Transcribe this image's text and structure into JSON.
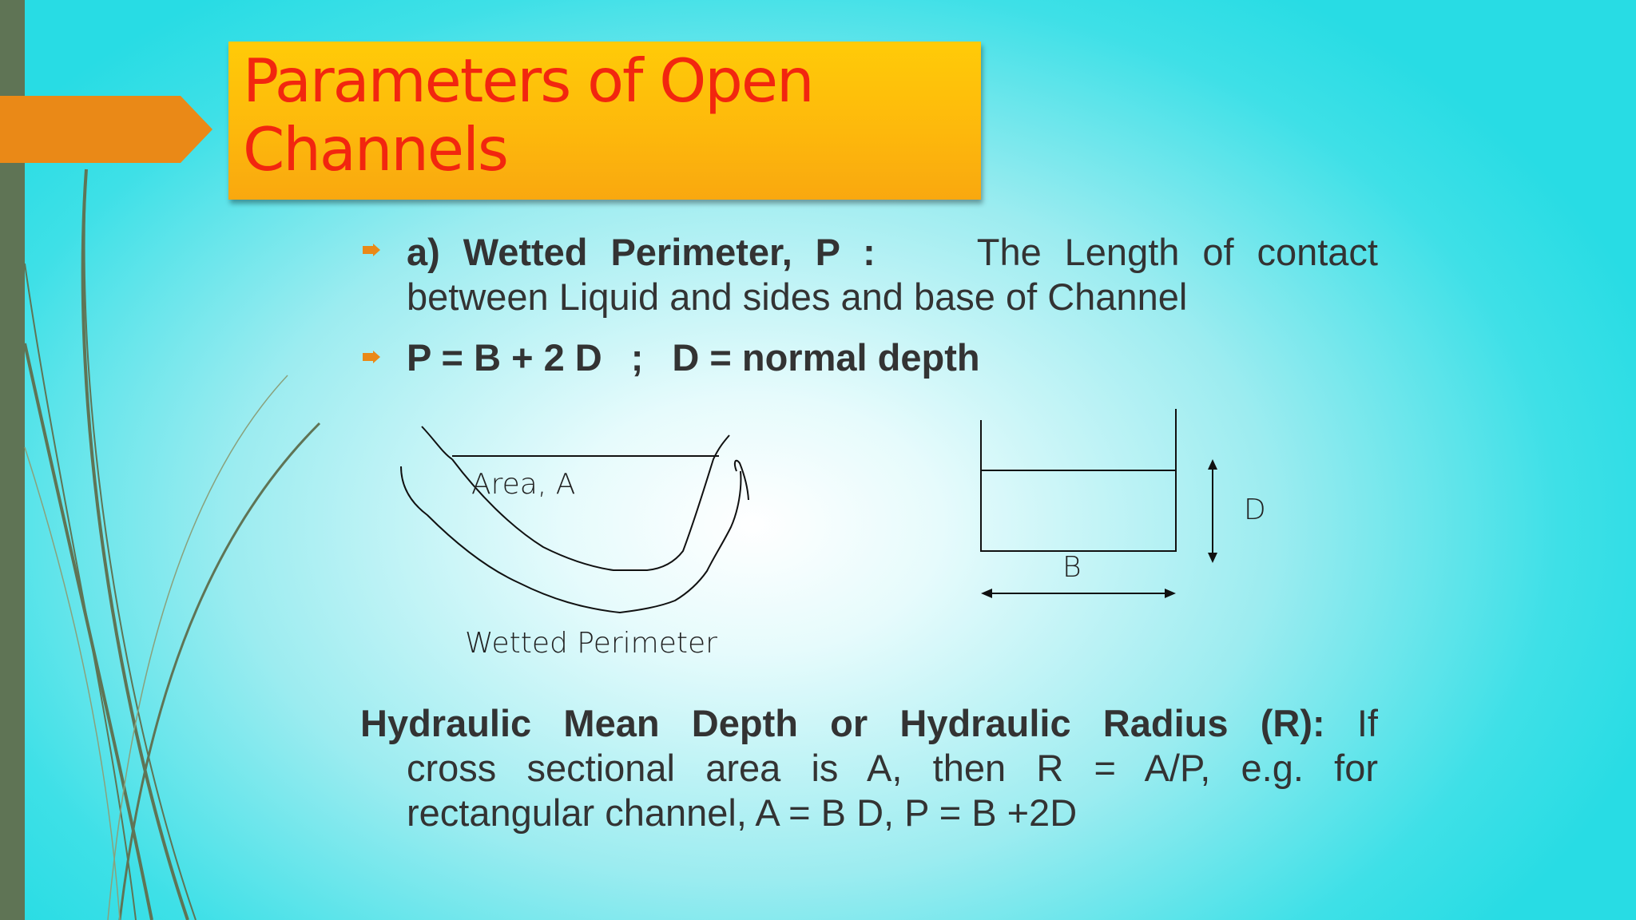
{
  "slide": {
    "title_line1": "Parameters of Open",
    "title_line2": "Channels",
    "bullet1": {
      "label": "a)",
      "term": "Wetted Perimeter, P :",
      "def_start": "The Length of contact",
      "def_end": "between Liquid and sides and base of Channel"
    },
    "bullet2": {
      "formula": "P = B + 2 D",
      "separator": ";",
      "note": "D  = normal depth"
    },
    "figure_left": {
      "area_label": "Area, A",
      "perimeter_label": "Wetted Perimeter"
    },
    "figure_right": {
      "depth_label": "D",
      "base_label": "B"
    },
    "paragraph": {
      "heading": "Hydraulic Mean Depth or Hydraulic Radius (R):",
      "line1_end": "If",
      "line2_a": "cross sectional area is A, then",
      "line2_b": "R = A/P,",
      "line2_c": "e.g. for",
      "line3": "rectangular channel, A = B D,  P  =  B +2D"
    }
  },
  "colors": {
    "title_text": "#f2260f",
    "title_fill": "#fdb70c",
    "arrow": "#ea8917",
    "bullet": "#ea8917",
    "body_text": "#333333",
    "side_bar": "#5f7455"
  },
  "icons": {
    "bullet": "arrow-right-icon"
  }
}
